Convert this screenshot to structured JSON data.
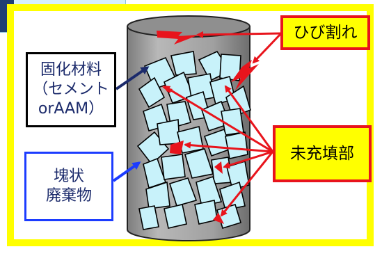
{
  "labels": {
    "cracks": "ひび割れ",
    "solidifier_line1": "固化材料",
    "solidifier_line2": "（セメント",
    "solidifier_line3": "orAAM）",
    "waste_line1": "塊状",
    "waste_line2": "廃棄物",
    "unfilled": "未充填部"
  },
  "colors": {
    "frame": "#ffff00",
    "waste_piece_fill": "#c8f2fa",
    "cylinder_fill": "#a3a3a3",
    "arrow_red": "#e8141c",
    "arrow_navy": "#1b2a6b",
    "arrow_blue": "#1c3cff"
  }
}
